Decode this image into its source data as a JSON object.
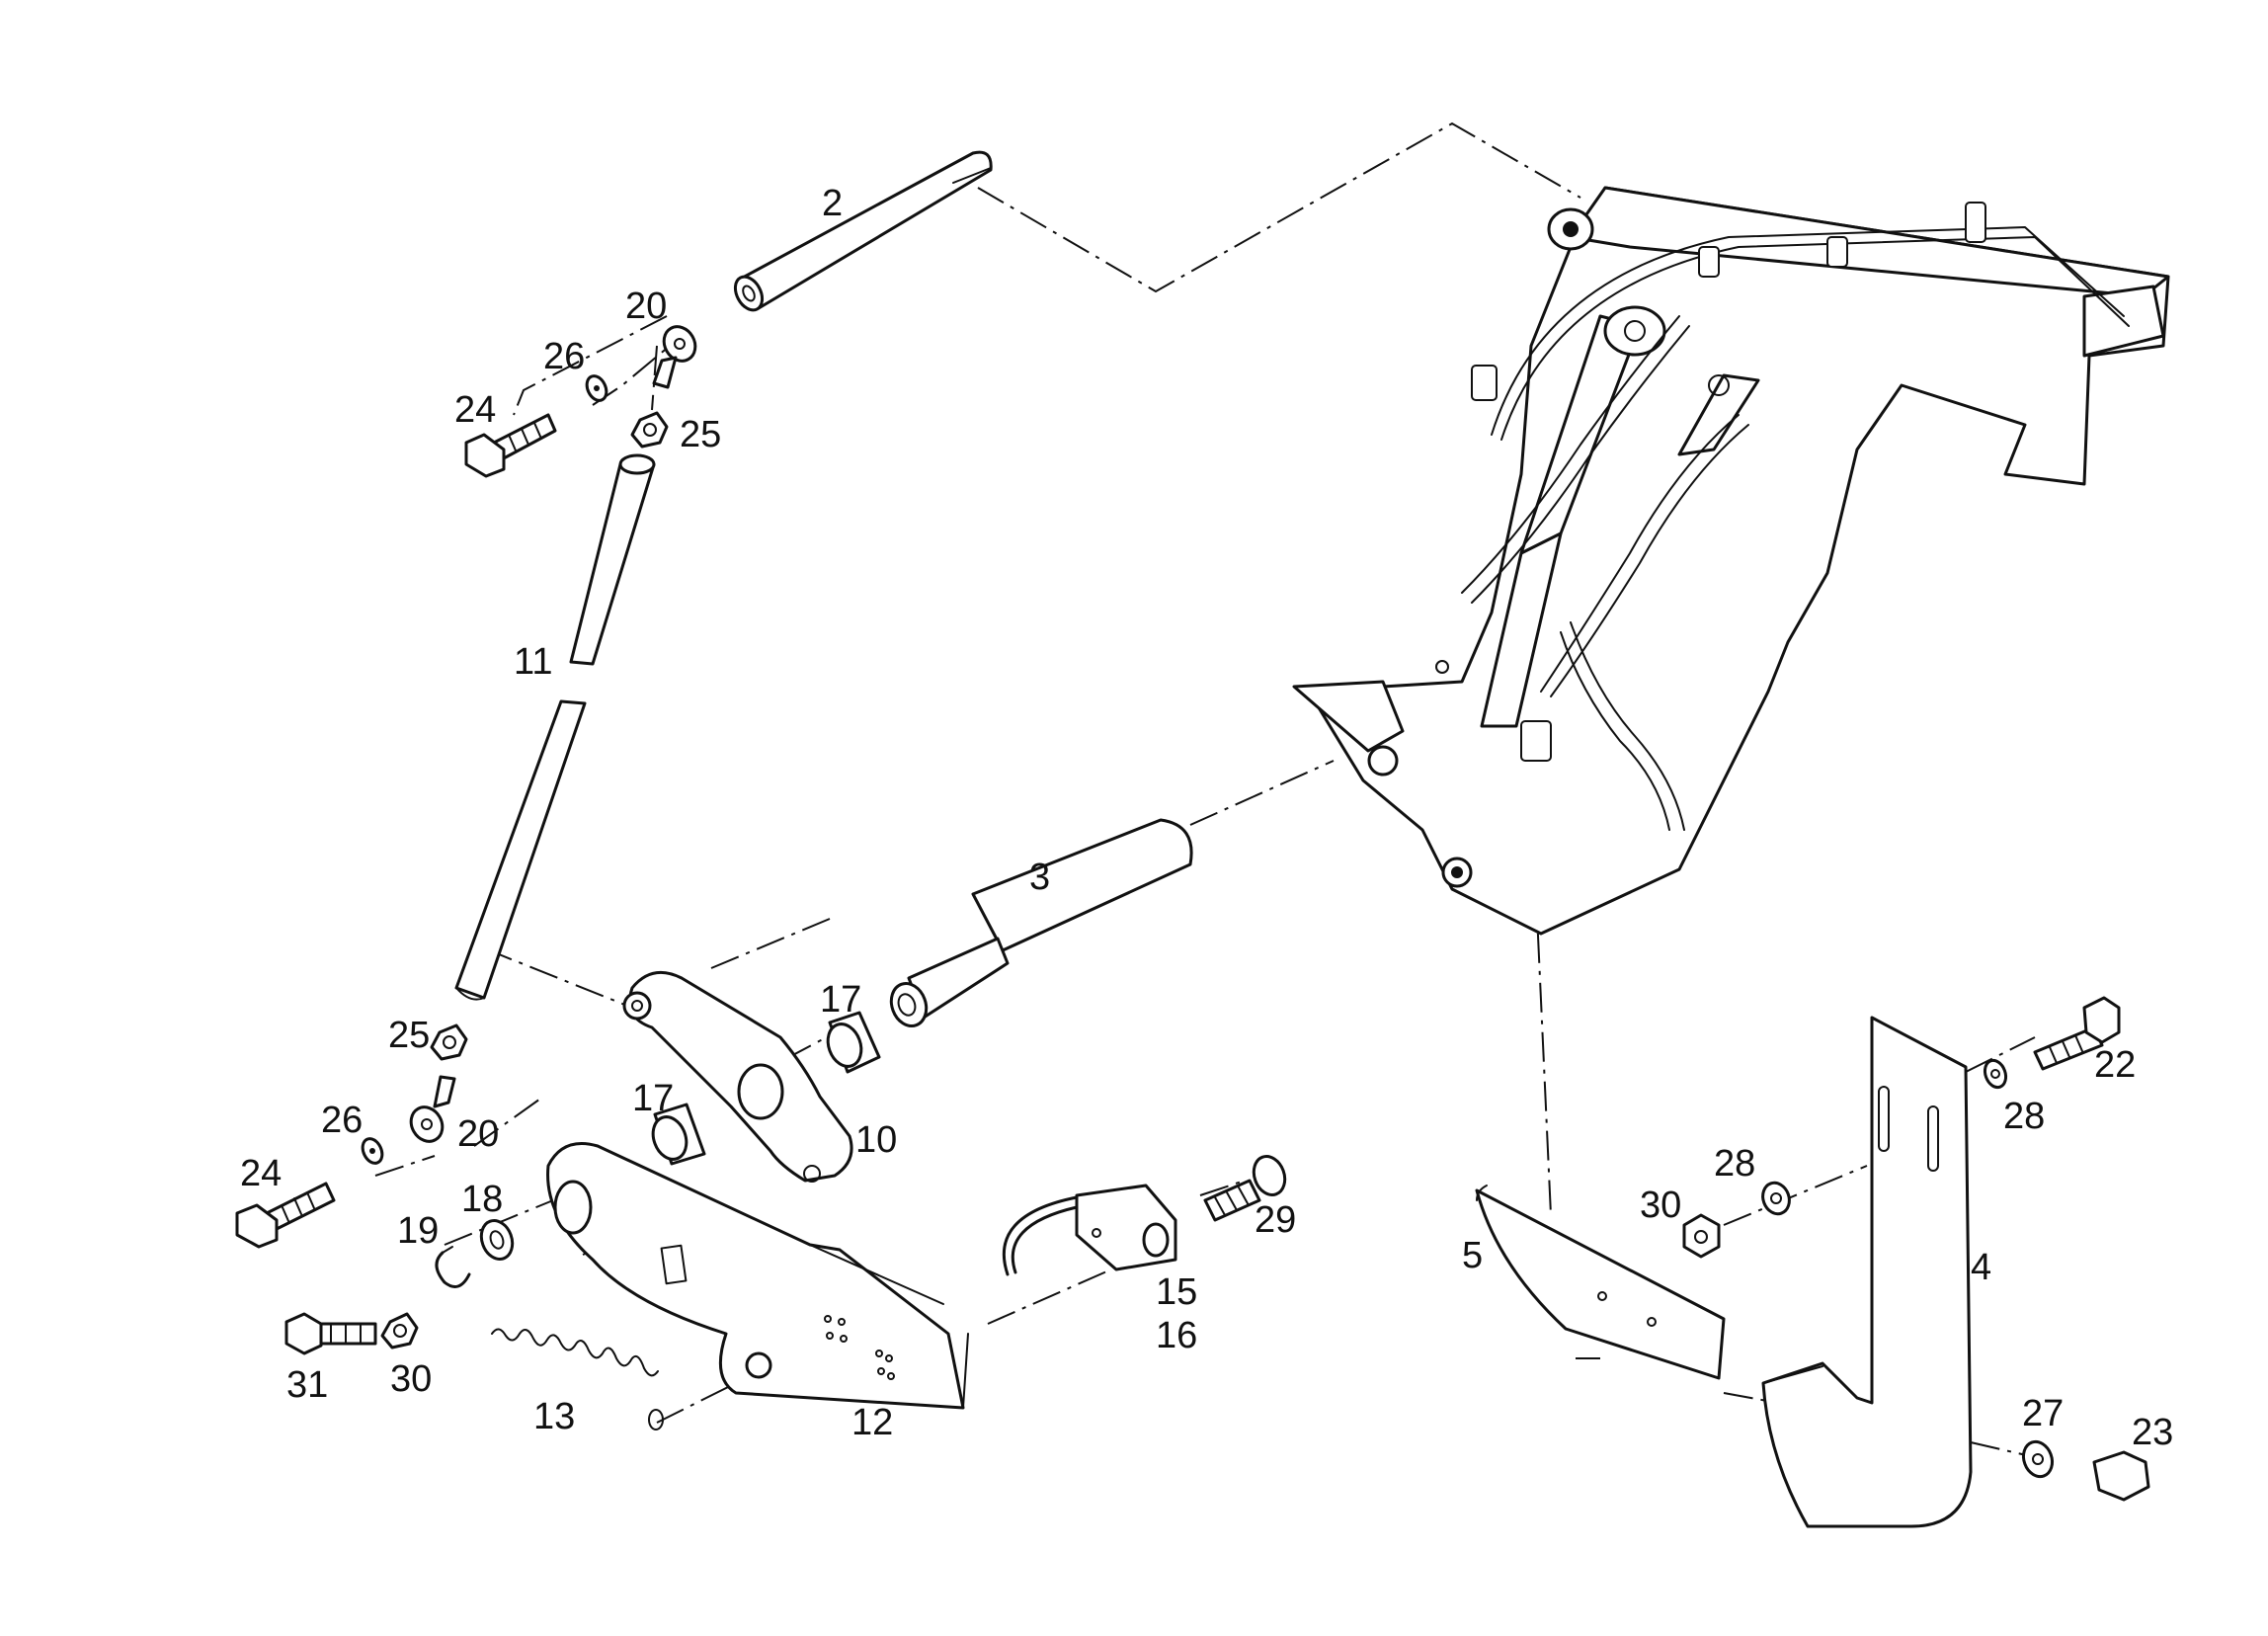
{
  "diagram": {
    "part_labels": {
      "p2": "2",
      "p3": "3",
      "p4": "4",
      "p5": "5",
      "p10": "10",
      "p11": "11",
      "p12": "12",
      "p13": "13",
      "p15": "15",
      "p16": "16",
      "p17a": "17",
      "p17b": "17",
      "p18": "18",
      "p19": "19",
      "p20a": "20",
      "p20b": "20",
      "p22": "22",
      "p23": "23",
      "p24a": "24",
      "p24b": "24",
      "p25a": "25",
      "p25b": "25",
      "p26a": "26",
      "p26b": "26",
      "p27": "27",
      "p28a": "28",
      "p28b": "28",
      "p29": "29",
      "p30a": "30",
      "p30b": "30",
      "p31": "31"
    },
    "colors": {
      "ink": "#111111",
      "paper": "#ffffff"
    }
  }
}
